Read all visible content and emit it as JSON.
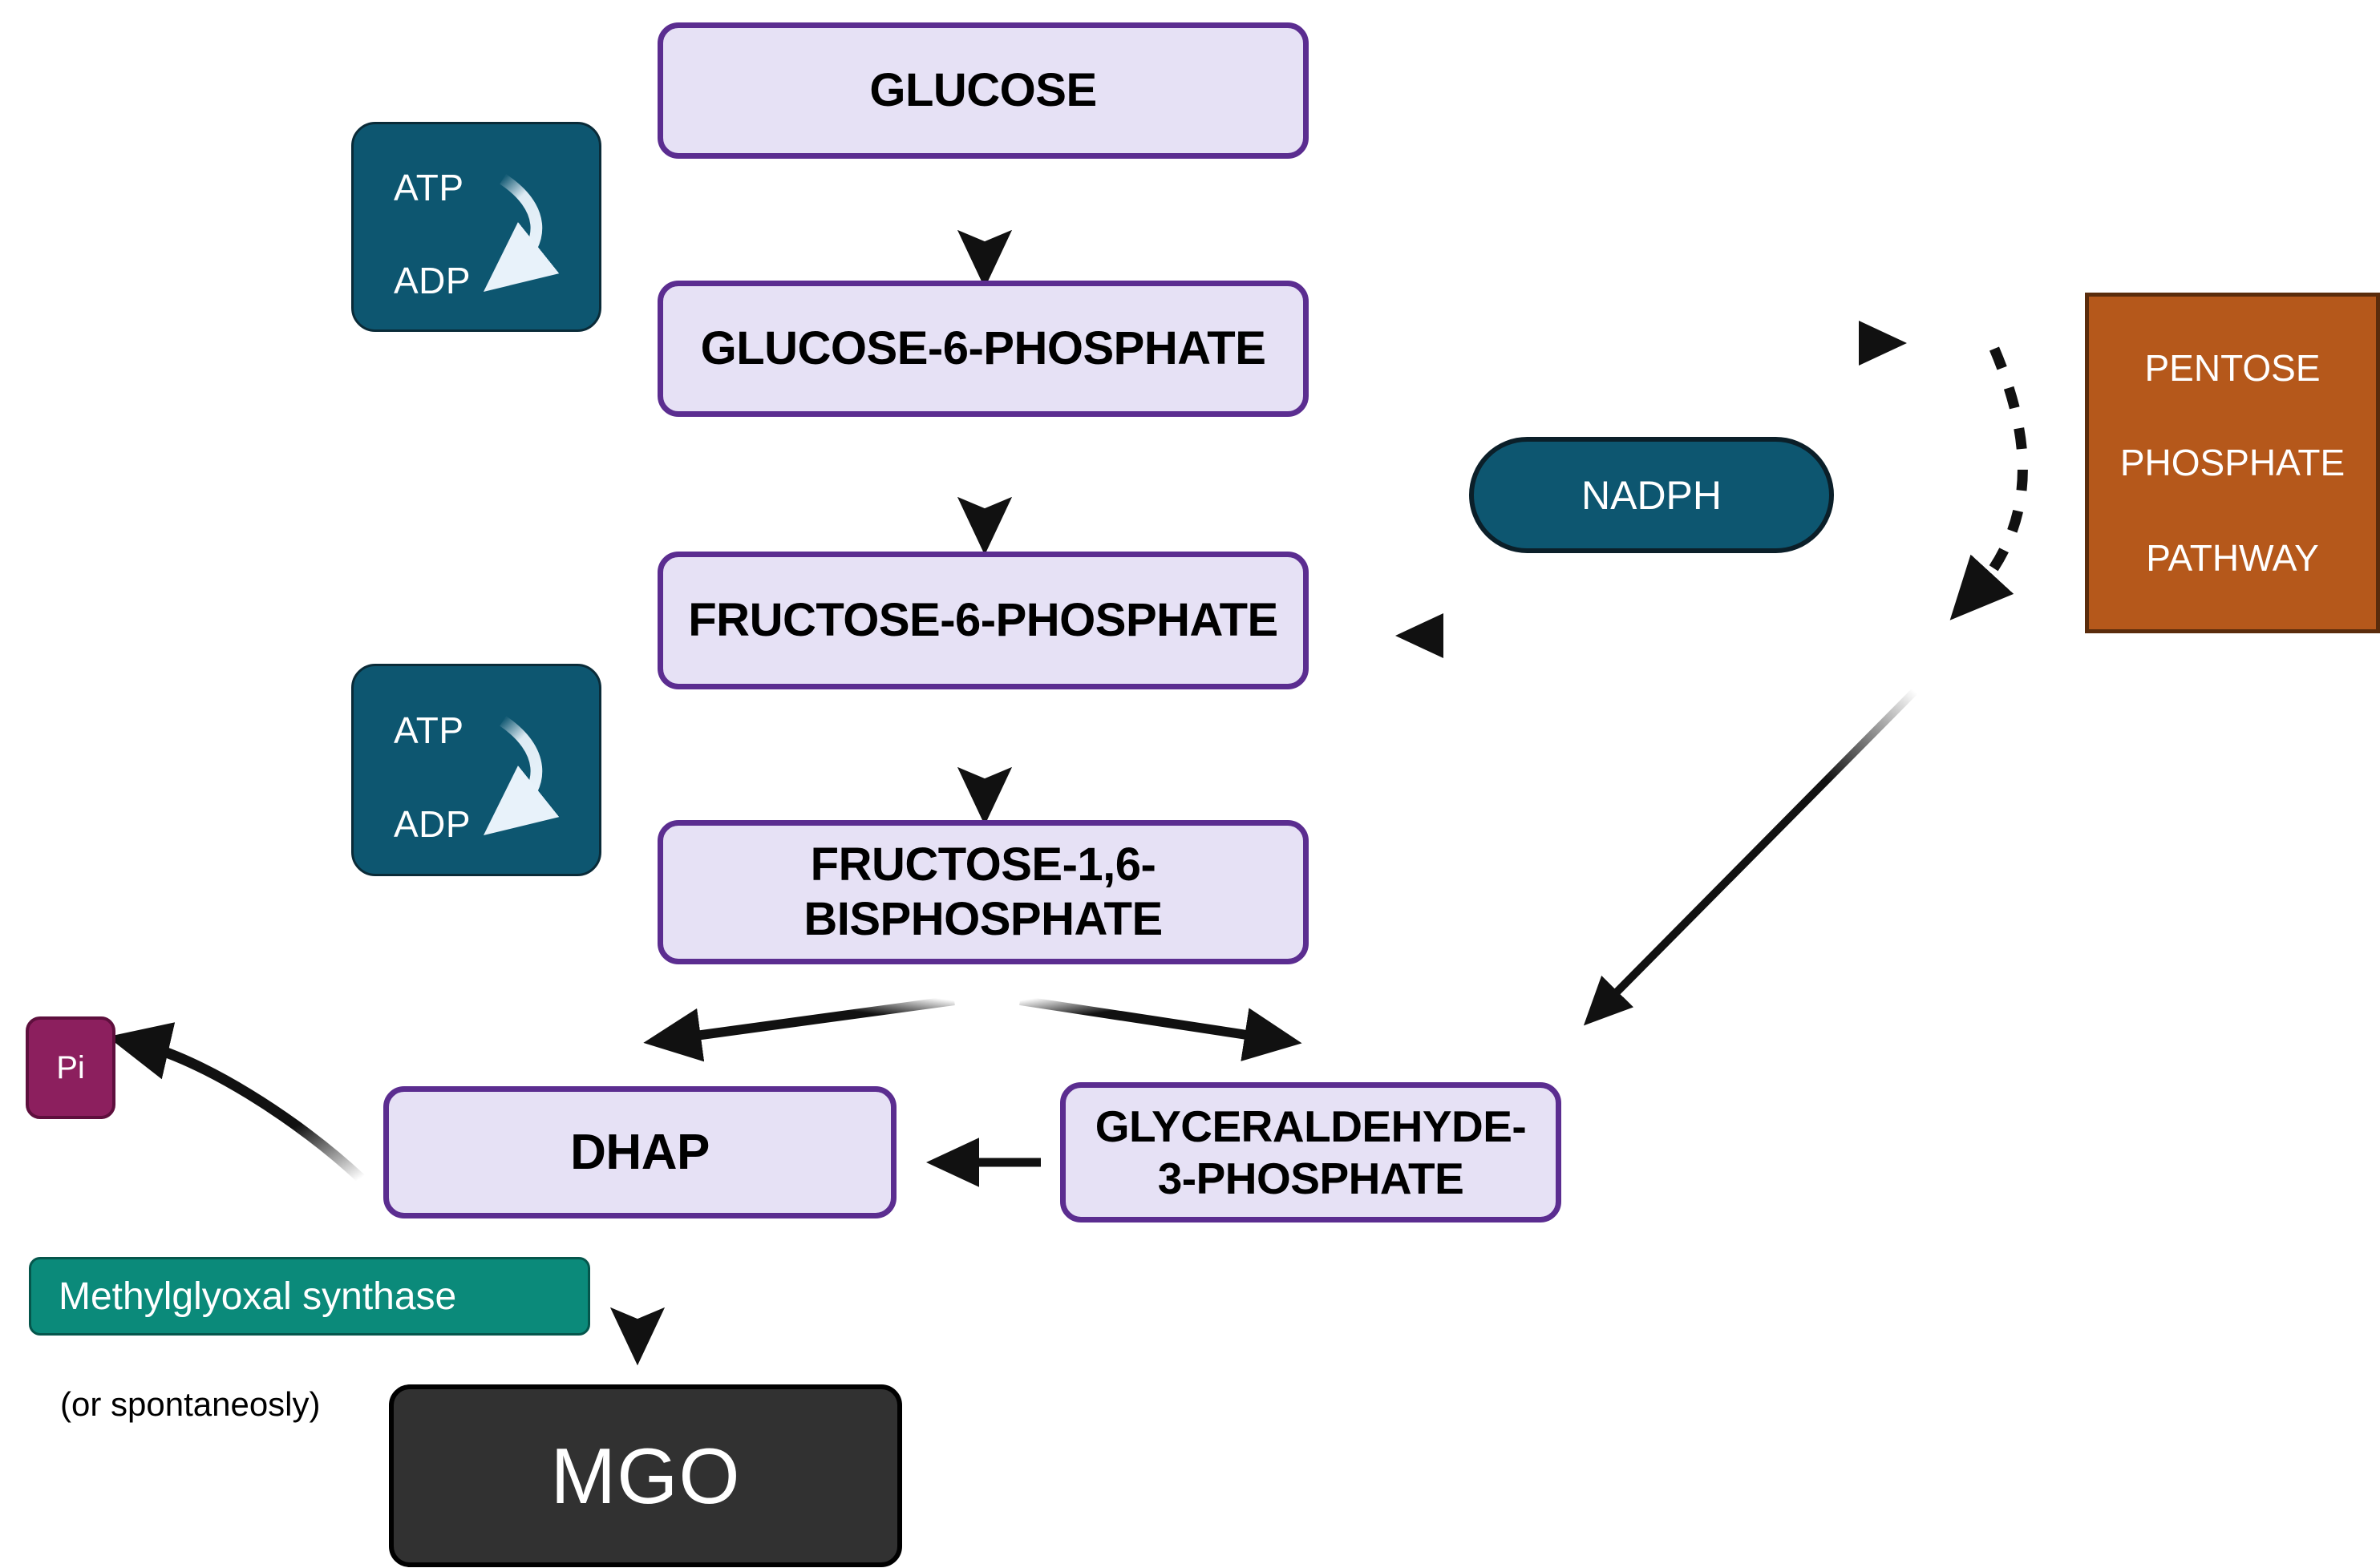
{
  "diagram": {
    "title": "Glycolysis to Methylglyoxal pathway",
    "colors": {
      "metabolite_fill": "#e6e1f5",
      "metabolite_border": "#5b2d90",
      "cofactor_fill": "#0d5670",
      "ppp_fill": "#b5581b",
      "ppp_border": "#5a2c0c",
      "pi_fill": "#8c1f5e",
      "enzyme_fill": "#0b8a7a",
      "product_fill": "#313131",
      "arrow_color": "#111111",
      "background": "#ffffff"
    }
  },
  "metabolites": [
    {
      "id": "glucose",
      "label": "GLUCOSE"
    },
    {
      "id": "g6p",
      "label": "GLUCOSE-6-PHOSPHATE"
    },
    {
      "id": "f6p",
      "label": "FRUCTOSE-6-PHOSPHATE"
    },
    {
      "id": "f16bp_l1",
      "label": "FRUCTOSE-1,6-"
    },
    {
      "id": "f16bp_l2",
      "label": "BISPHOSPHATE"
    },
    {
      "id": "dhap",
      "label": "DHAP"
    },
    {
      "id": "gap_l1",
      "label": "GLYCERALDEHYDE-"
    },
    {
      "id": "gap_l2",
      "label": "3-PHOSPHATE"
    }
  ],
  "cofactors": {
    "hexokinase": {
      "atp": "ATP",
      "adp": "ADP"
    },
    "pfk": {
      "atp": "ATP",
      "adp": "ADP"
    },
    "nadph": {
      "label": "NADPH"
    },
    "pi": {
      "label": "Pi"
    }
  },
  "pathway_box": {
    "line1": "PENTOSE",
    "line2": "PHOSPHATE",
    "line3": "PATHWAY"
  },
  "enzyme": {
    "label": "Methylglyoxal synthase",
    "note": "(or spontaneosly)"
  },
  "product": {
    "label": "MGO"
  },
  "arrows": [
    {
      "id": "glucose-to-g6p",
      "kind": "straight-down",
      "style": "solid-fade"
    },
    {
      "id": "g6p-to-f6p",
      "kind": "straight-down",
      "style": "solid-fade"
    },
    {
      "id": "f6p-to-f16bp",
      "kind": "straight-down",
      "style": "solid-fade"
    },
    {
      "id": "g6p-to-ppp",
      "kind": "straight-right",
      "style": "solid-fade"
    },
    {
      "id": "ppp-to-f6p",
      "kind": "straight-left",
      "style": "solid-fade"
    },
    {
      "id": "ppp-recycle",
      "kind": "curved-down",
      "style": "dashed"
    },
    {
      "id": "ppp-to-gap",
      "kind": "diagonal",
      "style": "solid-fade"
    },
    {
      "id": "f16bp-to-dhap",
      "kind": "diagonal-left",
      "style": "solid-fade"
    },
    {
      "id": "f16bp-to-gap",
      "kind": "diagonal-right",
      "style": "solid-fade"
    },
    {
      "id": "gap-to-dhap",
      "kind": "straight-left",
      "style": "solid"
    },
    {
      "id": "dhap-to-pi",
      "kind": "curved-left",
      "style": "solid-fade"
    },
    {
      "id": "dhap-to-mgo",
      "kind": "straight-down",
      "style": "solid-fade"
    }
  ]
}
